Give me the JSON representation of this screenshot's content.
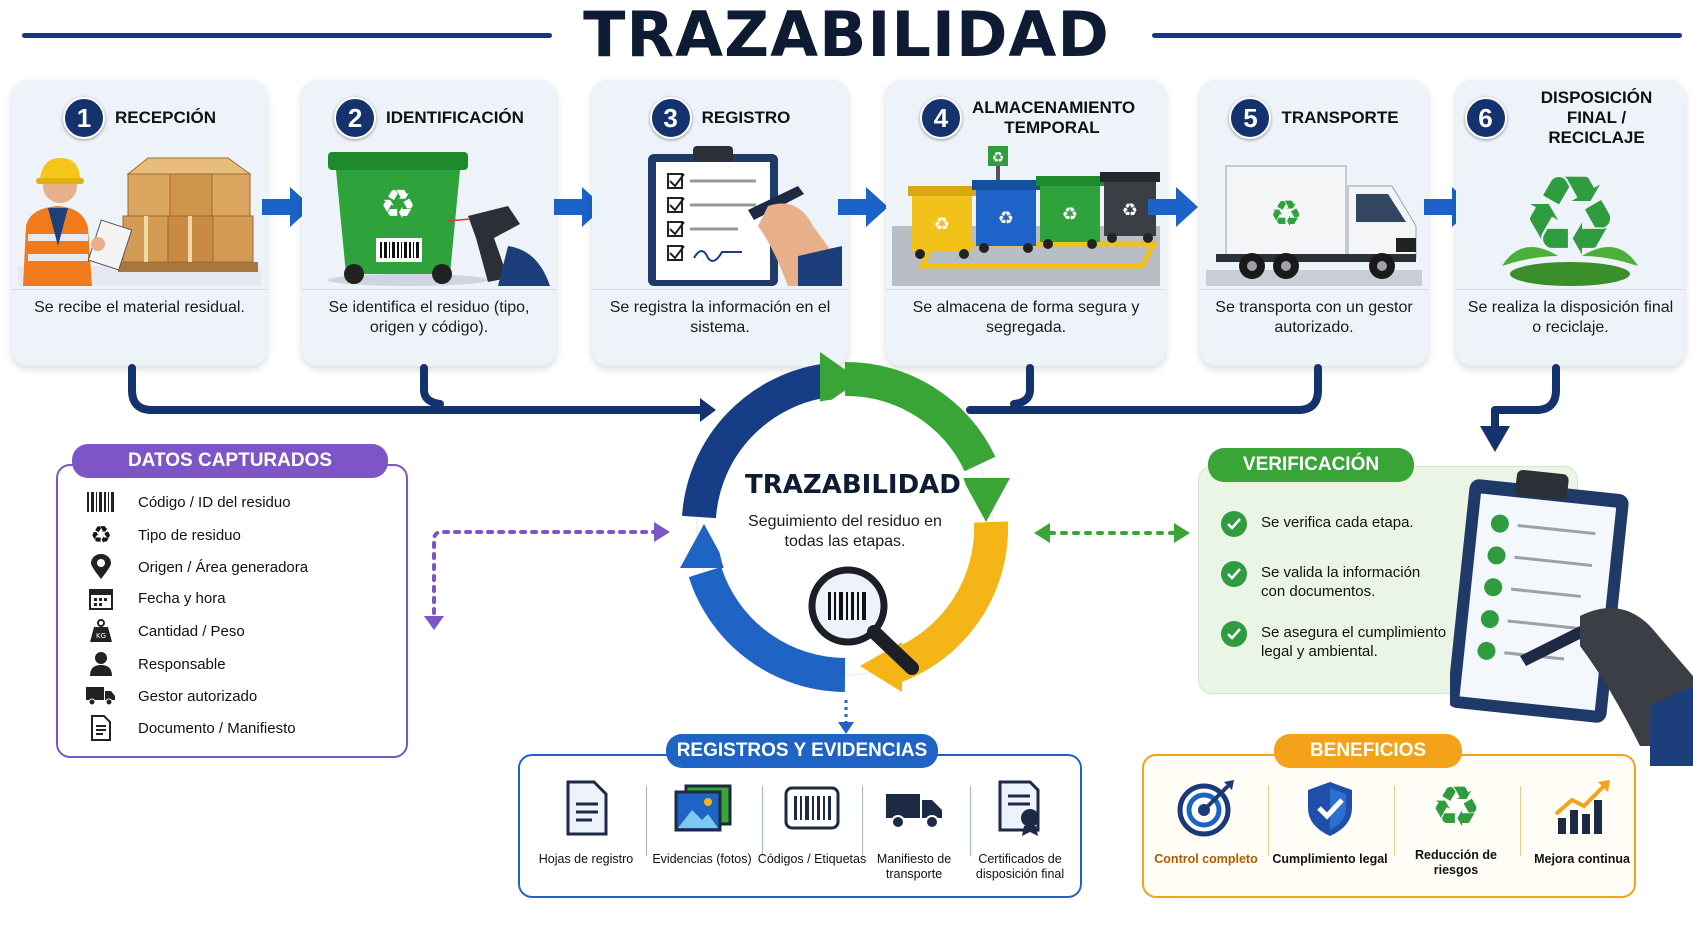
{
  "title": "TRAZABILIDAD",
  "steps": [
    {
      "num": "1",
      "title": "RECEPCIÓN",
      "desc": "Se recibe el material residual."
    },
    {
      "num": "2",
      "title": "IDENTIFICACIÓN",
      "desc": "Se identifica el residuo (tipo, origen y código)."
    },
    {
      "num": "3",
      "title": "REGISTRO",
      "desc": "Se registra la información en el sistema."
    },
    {
      "num": "4",
      "title": "ALMACENAMIENTO TEMPORAL",
      "desc": "Se almacena de forma segura y segregada."
    },
    {
      "num": "5",
      "title": "TRANSPORTE",
      "desc": "Se transporta con un gestor autorizado."
    },
    {
      "num": "6",
      "title": "DISPOSICIÓN FINAL / RECICLAJE",
      "desc": "Se realiza la disposición final o reciclaje."
    }
  ],
  "center": {
    "title": "TRAZABILIDAD",
    "subtitle": "Seguimiento del residuo en todas las etapas."
  },
  "datos": {
    "title": "DATOS CAPTURADOS",
    "items": [
      {
        "icon": "barcode-icon",
        "label": "Código / ID del residuo"
      },
      {
        "icon": "recycle-icon",
        "label": "Tipo de residuo"
      },
      {
        "icon": "location-pin-icon",
        "label": "Origen / Área generadora"
      },
      {
        "icon": "calendar-icon",
        "label": "Fecha y hora"
      },
      {
        "icon": "weight-icon",
        "label": "Cantidad / Peso"
      },
      {
        "icon": "person-icon",
        "label": "Responsable"
      },
      {
        "icon": "truck-icon",
        "label": "Gestor autorizado"
      },
      {
        "icon": "document-icon",
        "label": "Documento / Manifiesto"
      }
    ],
    "weight_badge": "KG"
  },
  "verificacion": {
    "title": "VERIFICACIÓN",
    "items": [
      "Se verifica cada etapa.",
      "Se valida la información con documentos.",
      "Se asegura el cumplimiento legal y ambiental."
    ]
  },
  "registros": {
    "title": "REGISTROS Y EVIDENCIAS",
    "items": [
      {
        "icon": "document-icon",
        "label": "Hojas de registro"
      },
      {
        "icon": "photos-icon",
        "label": "Evidencias (fotos)"
      },
      {
        "icon": "barcode-icon",
        "label": "Códigos / Etiquetas"
      },
      {
        "icon": "truck-icon",
        "label": "Manifiesto de transporte"
      },
      {
        "icon": "certificate-icon",
        "label": "Certificados de disposición final"
      }
    ]
  },
  "beneficios": {
    "title": "BENEFICIOS",
    "items": [
      {
        "icon": "target-icon",
        "label": "Control completo"
      },
      {
        "icon": "shield-check-icon",
        "label": "Cumplimiento legal"
      },
      {
        "icon": "recycle-icon",
        "label": "Reducción de riesgos"
      },
      {
        "icon": "growth-chart-icon",
        "label": "Mejora continua"
      }
    ]
  },
  "colors": {
    "navy": "#14336e",
    "blue": "#1f63c4",
    "green": "#3aa537",
    "yellow": "#f5b517",
    "purple": "#7d55c7",
    "orange": "#f4a21a"
  }
}
